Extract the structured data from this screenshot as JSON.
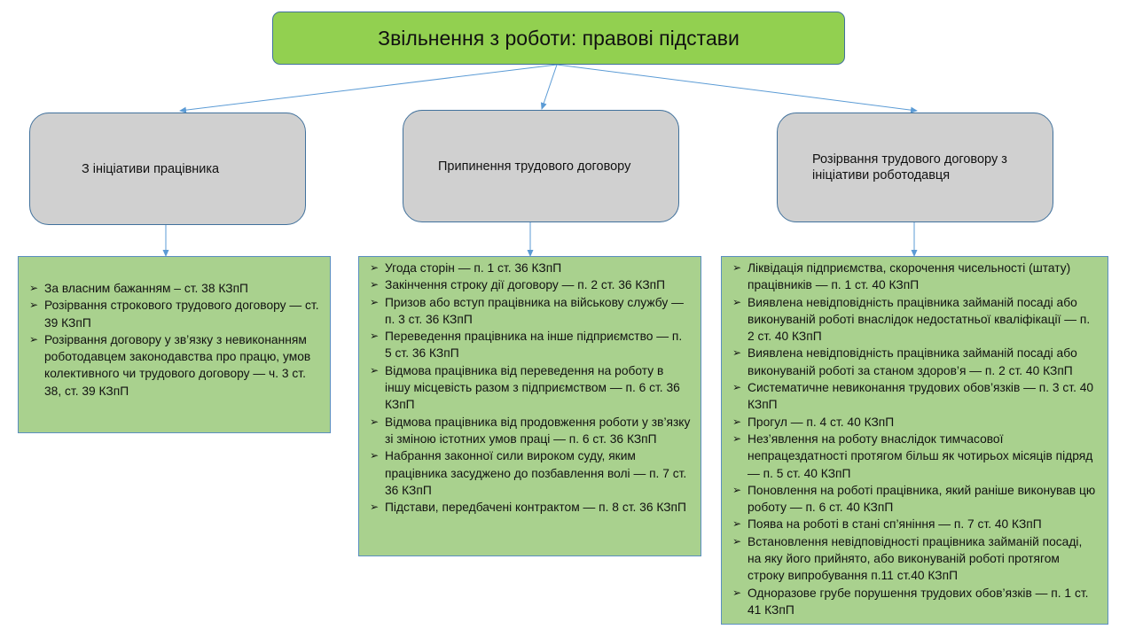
{
  "diagram": {
    "title": "Звільнення з роботи: правові підстави",
    "branches": [
      {
        "heading": "З ініціативи працівника",
        "items": [
          "За власним бажанням – ст. 38 КЗпП",
          "Розірвання строкового трудового договору — ст. 39 КЗпП",
          "Розірвання договору у зв’язку з невиконанням роботодавцем законодавства про працю, умов колективного чи трудового договору — ч. 3 ст. 38, ст. 39 КЗпП"
        ]
      },
      {
        "heading": "Припинення трудового договору",
        "items": [
          "Угода сторін —  п. 1 ст. 36 КЗпП",
          "Закінчення строку дії договору —  п. 2 ст. 36 КЗпП",
          "Призов або вступ працівника на військову службу — п. 3 ст. 36 КЗпП",
          "Переведення працівника на інше підприємство — п. 5 ст. 36 КЗпП",
          "Відмова працівника від переведення на роботу в іншу місцевість разом з підприємством — п. 6 ст. 36 КЗпП",
          "Відмова працівника від продовження роботи у зв’язку зі зміною істотних умов праці — п. 6 ст. 36 КЗпП",
          "Набрання законної сили вироком суду, яким працівника засуджено до позбавлення волі — п. 7 ст. 36 КЗпП",
          "Підстави, передбачені контрактом — п. 8 ст. 36 КЗпП"
        ]
      },
      {
        "heading": "Розірвання трудового договору з ініціативи роботодавця",
        "items": [
          "Ліквідація підприємства, скорочення чисельності (штату) працівників — п. 1 ст. 40 КЗпП",
          "Виявлена невідповідність працівника займаній посаді або виконуваній роботі внаслідок недостатньої кваліфікації — п. 2 ст. 40 КЗпП",
          "Виявлена невідповідність працівника займаній посаді або виконуваній роботі за станом здоров’я — п. 2 ст. 40 КЗпП",
          "Систематичне невиконання трудових обов’язків — п. 3 ст. 40 КЗпП",
          "Прогул  — п. 4 ст. 40 КЗпП",
          "Нез’явлення на роботу внаслідок тимчасової непрацездатності протягом більш як чотирьох місяців підряд — п. 5 ст. 40 КЗпП",
          "Поновлення на роботі працівника, який раніше виконував цю роботу — п. 6 ст. 40 КЗпП",
          "Поява на роботі в стані сп’яніння — п. 7 ст.  40 КЗпП",
          "Встановлення невідповідності працівника займаній посаді, на яку його прийнято, або виконуваній роботі протягом строку випробування п.11 ст.40 КЗпП",
          "Одноразове грубе порушення трудових обов’язків — п. 1 ст. 41 КЗпП"
        ]
      }
    ]
  },
  "colors": {
    "title_fill": "#92d050",
    "category_fill": "#d0d0d0",
    "list_fill": "#a9d18e",
    "outline": "#41719c",
    "connector": "#5b9bd5"
  },
  "icons": {
    "bullet": "arrow-bullet-icon"
  }
}
